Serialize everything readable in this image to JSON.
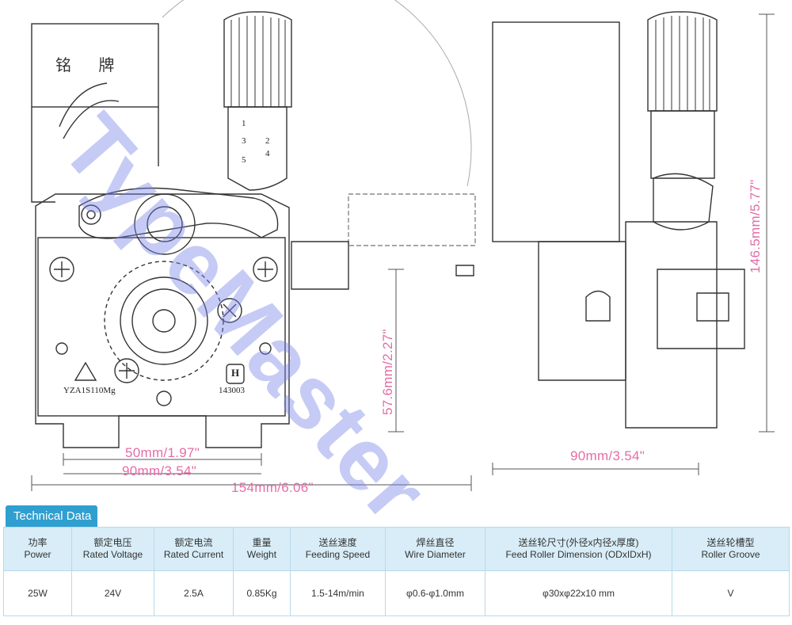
{
  "diagram": {
    "nameplate_text": "铭 牌",
    "part_marking": "YZA1S110Mg",
    "cert_marking": "143003",
    "cert_symbol": "H",
    "dial_numbers": [
      "1",
      "2",
      "3",
      "4",
      "5"
    ],
    "watermark": "TypeMaster",
    "dimensions": {
      "height_left": "57.6mm/2.27\"",
      "height_right": "146.5mm/5.77\"",
      "width_50": "50mm/1.97\"",
      "width_90_left": "90mm/3.54\"",
      "width_154": "154mm/6.06\"",
      "width_90_right": "90mm/3.54\""
    }
  },
  "table": {
    "title": "Technical Data",
    "columns": [
      {
        "cn": "功率",
        "en": "Power"
      },
      {
        "cn": "额定电压",
        "en": "Rated Voltage"
      },
      {
        "cn": "额定电流",
        "en": "Rated Current"
      },
      {
        "cn": "重量",
        "en": "Weight"
      },
      {
        "cn": "送丝速度",
        "en": "Feeding Speed"
      },
      {
        "cn": "焊丝直径",
        "en": "Wire Diameter"
      },
      {
        "cn": "送丝轮尺寸(外径x内径x厚度)",
        "en": "Feed Roller Dimension  (ODxIDxH)"
      },
      {
        "cn": "送丝轮槽型",
        "en": "Roller Groove"
      }
    ],
    "values": [
      "25W",
      "24V",
      "2.5A",
      "0.85Kg",
      "1.5-14m/min",
      "φ0.6-φ1.0mm",
      "φ30xφ22x10 mm",
      "V"
    ]
  },
  "colors": {
    "dimension_text": "#e46da8",
    "watermark": "#7f8ae6",
    "table_header_tab": "#2f9fd0",
    "table_header_bg": "#d8edf7"
  }
}
